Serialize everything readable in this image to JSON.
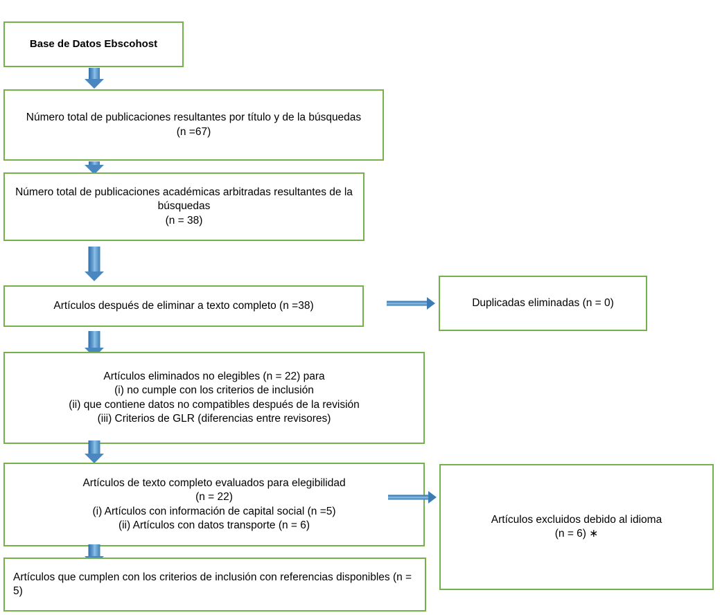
{
  "diagram": {
    "title": "Diagrama de flujo PRISMA de seleccion de articulos",
    "colors": {
      "box_border": "#76b04a",
      "box_fill": "#ffffff",
      "arrow": "#4a87c0",
      "text": "#000000"
    }
  },
  "nodes": {
    "source": {
      "label": "Base de Datos Ebscohost"
    },
    "total_publications": {
      "label": "Número total de publicaciones resultantes por título y  de la  búsquedas\n(n =67)",
      "count": 67
    },
    "peer_reviewed": {
      "label": "Número total de publicaciones académicas arbitradas resultantes de la  búsquedas\n(n = 38)",
      "count": 38
    },
    "after_fulltext_removal": {
      "label": "Artículos después de eliminar a texto completo (n =38)",
      "count": 38
    },
    "duplicates_removed": {
      "label": "Duplicadas eliminadas (n = 0)",
      "count": 0
    },
    "excluded_not_eligible": {
      "label": "Artículos eliminados no elegibles  (n = 22) para\n(i) no cumple con los criterios de inclusión\n(ii) que contiene datos no compatibles después de la revisión\n(iii) Criterios de GLR (diferencias entre revisores)",
      "count": 22
    },
    "assessed_eligibility": {
      "label": "Artículos de texto completo evaluados para elegibilidad\n(n = 22)\n(i) Artículos con información de capital social (n =5)\n(ii) Artículos con datos  transporte  (n = 6)",
      "count": 22
    },
    "excluded_language": {
      "label": "Artículos excluidos debido al idioma\n(n = 6) ∗",
      "count": 6
    },
    "included_final": {
      "label": "Artículos que cumplen con los criterios de inclusión con referencias disponibles  (n = 5)",
      "count": 5
    }
  }
}
